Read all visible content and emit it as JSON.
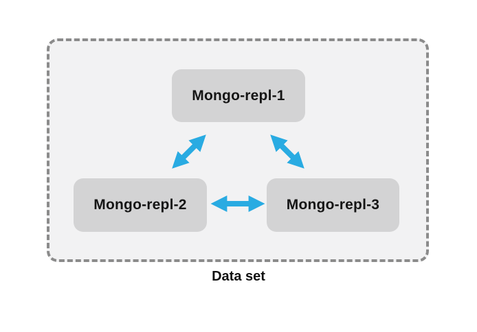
{
  "diagram": {
    "group_label": "Data set",
    "nodes": [
      {
        "id": "mongo-repl-1",
        "label": "Mongo-repl-1"
      },
      {
        "id": "mongo-repl-2",
        "label": "Mongo-repl-2"
      },
      {
        "id": "mongo-repl-3",
        "label": "Mongo-repl-3"
      }
    ],
    "connections": [
      {
        "from": "mongo-repl-1",
        "to": "mongo-repl-2",
        "bidirectional": true
      },
      {
        "from": "mongo-repl-1",
        "to": "mongo-repl-3",
        "bidirectional": true
      },
      {
        "from": "mongo-repl-2",
        "to": "mongo-repl-3",
        "bidirectional": true
      }
    ],
    "colors": {
      "arrow": "#29abe2",
      "node_fill": "#d3d3d4",
      "boundary_fill": "#f2f2f3",
      "boundary_dash": "#8b8b8b",
      "text": "#151515"
    }
  }
}
